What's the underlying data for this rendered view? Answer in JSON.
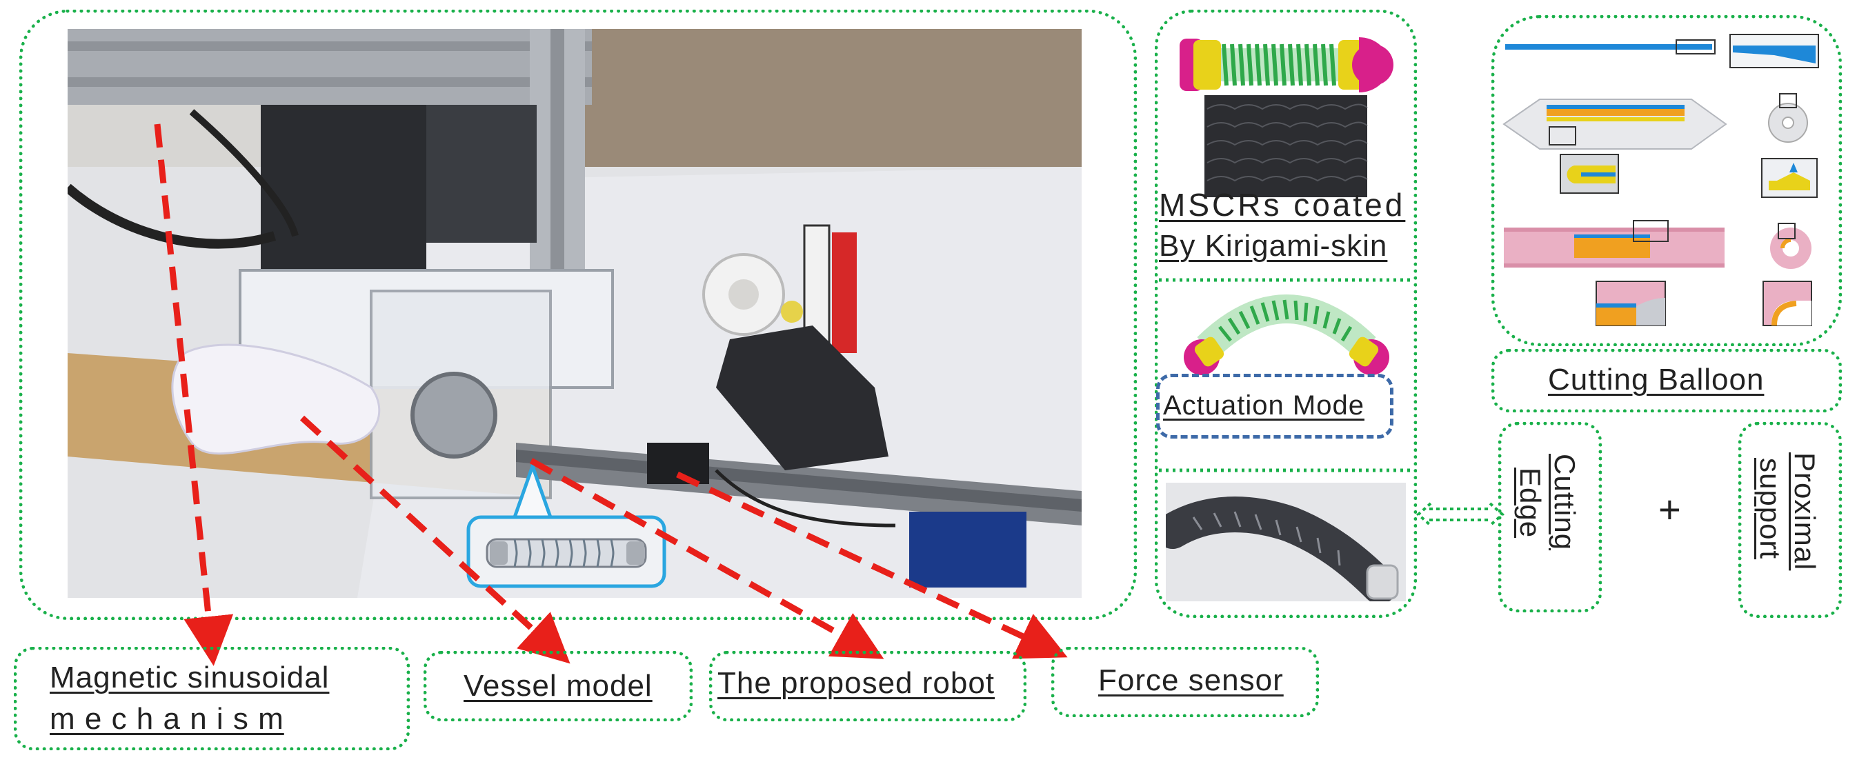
{
  "labels": {
    "magnetic_line1": "Magnetic sinusoidal",
    "magnetic_line2": "m e c h a n i s m",
    "vessel_model": "Vessel model",
    "proposed_robot": "The proposed robot",
    "force_sensor": "Force sensor",
    "mscrs_line1": "MSCRs coated",
    "mscrs_line2": "By Kirigami-skin",
    "actuation_mode": "Actuation Mode",
    "cutting_balloon": "Cutting Balloon",
    "cutting_edge_line1": "Cutting",
    "cutting_edge_line2": "Edge",
    "plus": "+",
    "proximal_line1": "Proximal",
    "proximal_line2": "support"
  },
  "colors": {
    "dotted_border": "#19b04a",
    "arrow_red": "#e8201a",
    "callout_blue": "#2aa6e0",
    "actuation_box_blue": "#3d6aa8",
    "spring_green": "#2fa84a",
    "magnet_magenta": "#d8208a",
    "magnet_yellow": "#e8d21a",
    "balloon_pink": "#eab0c4",
    "balloon_orange": "#f0a020"
  },
  "icons": {
    "arrow": "dashed-arrow",
    "plus": "plus-sign",
    "connector": "double-arrow"
  }
}
